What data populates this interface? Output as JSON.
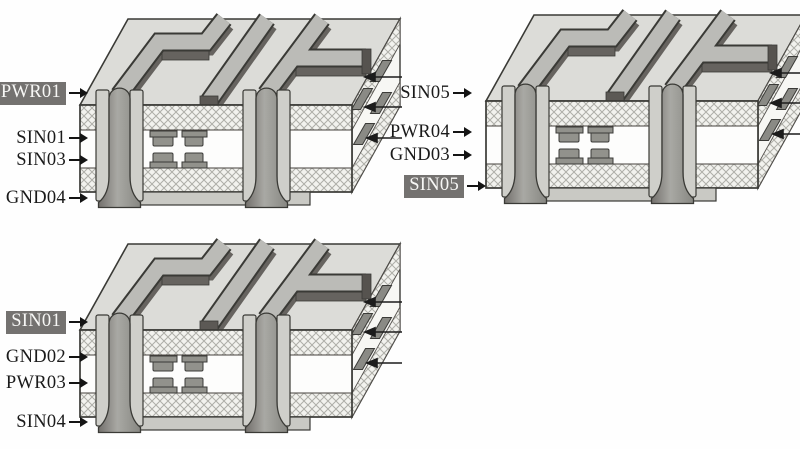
{
  "figure": {
    "kind": "pcb-layer-stackup-diagrams",
    "diagram_count": 3
  },
  "diagrams": [
    {
      "id": "top-left",
      "labels": [
        {
          "text": "PWR01",
          "highlighted": true
        },
        {
          "text": "SIN01",
          "highlighted": false
        },
        {
          "text": "SIN03",
          "highlighted": false
        },
        {
          "text": "GND04",
          "highlighted": false
        }
      ]
    },
    {
      "id": "top-right",
      "labels": [
        {
          "text": "SIN05",
          "highlighted": false
        },
        {
          "text": "PWR04",
          "highlighted": false
        },
        {
          "text": "GND03",
          "highlighted": false
        },
        {
          "text": "SIN05",
          "highlighted": true
        }
      ]
    },
    {
      "id": "bottom-left",
      "labels": [
        {
          "text": "SIN01",
          "highlighted": true
        },
        {
          "text": "GND02",
          "highlighted": false
        },
        {
          "text": "PWR03",
          "highlighted": false
        },
        {
          "text": "SIN04",
          "highlighted": false
        }
      ]
    }
  ],
  "icons": {
    "label_arrow": "→",
    "layer_pointer_arrow": "←"
  },
  "colors": {
    "background": "#ffffff",
    "label_text": "#1a1a1a",
    "highlight_label_bg": "#747270",
    "highlight_label_text": "#f7f7f5",
    "board_outline": "#3a3a36",
    "dielectric_hatch_bg": "#f2f2ee",
    "conductor_gray": "#92928c",
    "top_face": "#dcdcd8"
  }
}
